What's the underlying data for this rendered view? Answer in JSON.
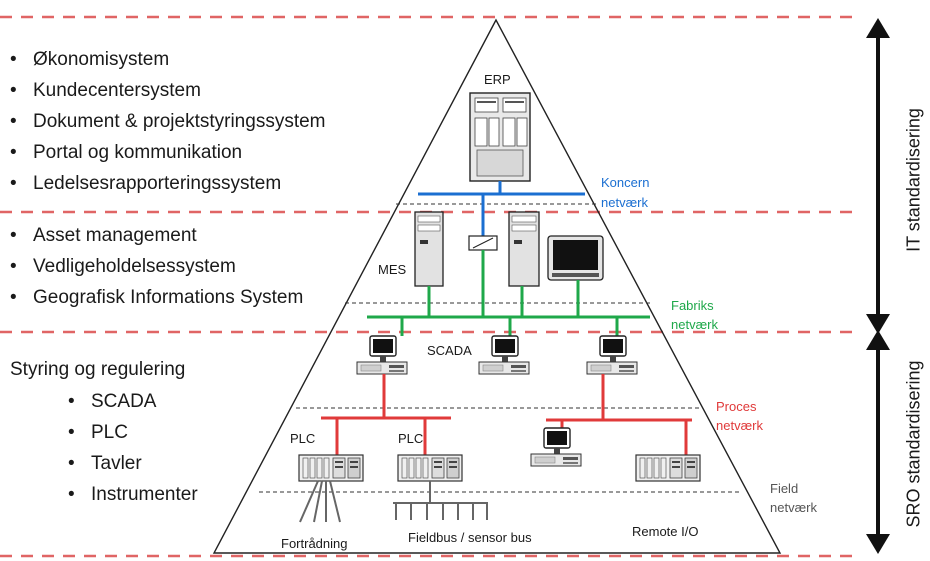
{
  "left_panel": {
    "it_systems": [
      "Økonomisystem",
      "Kundecentersystem",
      "Dokument & projektstyringssystem",
      "Portal og kommunikation",
      "Ledelsesrapporteringssystem"
    ],
    "mes_systems": [
      "Asset management",
      "Vedligeholdelsessystem",
      "Geografisk Informations System"
    ],
    "control_title": "Styring og regulering",
    "control_items": [
      "SCADA",
      "PLC",
      "Tavler",
      "Instrumenter"
    ]
  },
  "pyramid": {
    "level_labels": {
      "erp": "ERP",
      "mes": "MES",
      "scada": "SCADA",
      "plc_left": "PLC",
      "plc_right": "PLC"
    },
    "bottom_labels": {
      "wiring": "Fortrådning",
      "fieldbus": "Fieldbus  / sensor bus",
      "remote_io": "Remote  I/O"
    }
  },
  "networks": [
    {
      "line1": "Koncern",
      "line2": "netværk",
      "color": "#1b6fd1"
    },
    {
      "line1": "Fabriks",
      "line2": "netværk",
      "color": "#1fa84a"
    },
    {
      "line1": "Proces",
      "line2": "netværk",
      "color": "#e03a3a"
    },
    {
      "line1": "Field",
      "line2": "netværk",
      "color": "#555555"
    }
  ],
  "right_axis": {
    "upper_label": "IT standardisering",
    "lower_label": "SRO standardisering"
  },
  "colors": {
    "dashed_divider": "#e06565"
  }
}
